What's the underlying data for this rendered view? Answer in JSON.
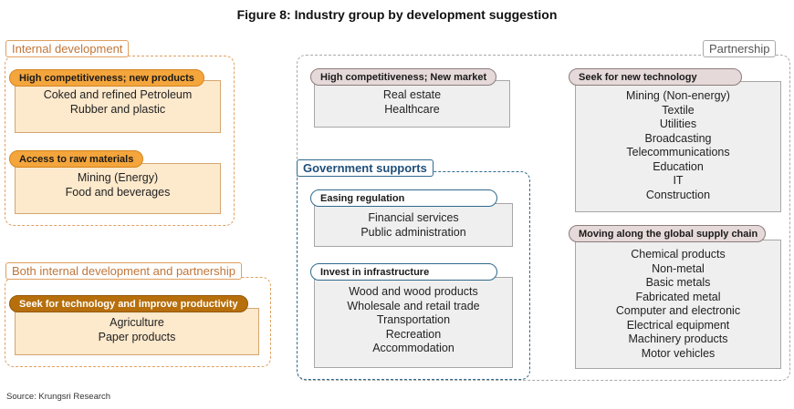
{
  "title": "Figure 8: Industry group by development suggestion",
  "source": "Source: Krungsri Research",
  "groups": {
    "internal": {
      "label": "Internal development",
      "sections": [
        {
          "heading": "High competitiveness; new products",
          "items": [
            "Coked and refined Petroleum",
            "Rubber and plastic"
          ]
        },
        {
          "heading": "Access to raw materials",
          "items": [
            "Mining (Energy)",
            "Food and beverages"
          ]
        }
      ]
    },
    "both": {
      "label": "Both internal development and partnership",
      "sections": [
        {
          "heading": "Seek for technology and improve productivity",
          "items": [
            "Agriculture",
            "Paper products"
          ]
        }
      ]
    },
    "government": {
      "label": "Government supports",
      "sections": [
        {
          "heading": "Easing regulation",
          "items": [
            "Financial services",
            "Public administration"
          ]
        },
        {
          "heading": "Invest in infrastructure",
          "items": [
            "Wood and wood products",
            "Wholesale and retail trade",
            "Transportation",
            "Recreation",
            "Accommodation"
          ]
        }
      ]
    },
    "partnership": {
      "label": "Partnership",
      "sections": [
        {
          "heading": "High competitiveness; New market",
          "items": [
            "Real estate",
            "Healthcare"
          ]
        },
        {
          "heading": "Seek for new technology",
          "items": [
            "Mining (Non-energy)",
            "Textile",
            "Utilities",
            "Broadcasting",
            "Telecommunications",
            "Education",
            "IT",
            "Construction"
          ]
        },
        {
          "heading": "Moving along the global supply chain",
          "items": [
            "Chemical products",
            "Non-metal",
            "Basic metals",
            "Fabricated metal",
            "Computer and electronic",
            "Electrical equipment",
            "Machinery products",
            "Motor vehicles"
          ]
        }
      ]
    }
  },
  "colors": {
    "orange_accent": "#f4a53b",
    "brown_accent": "#b76f0c",
    "blue_accent": "#2e6a8e",
    "orange_fill": "#fde9cc",
    "gray_fill": "#efefef"
  }
}
